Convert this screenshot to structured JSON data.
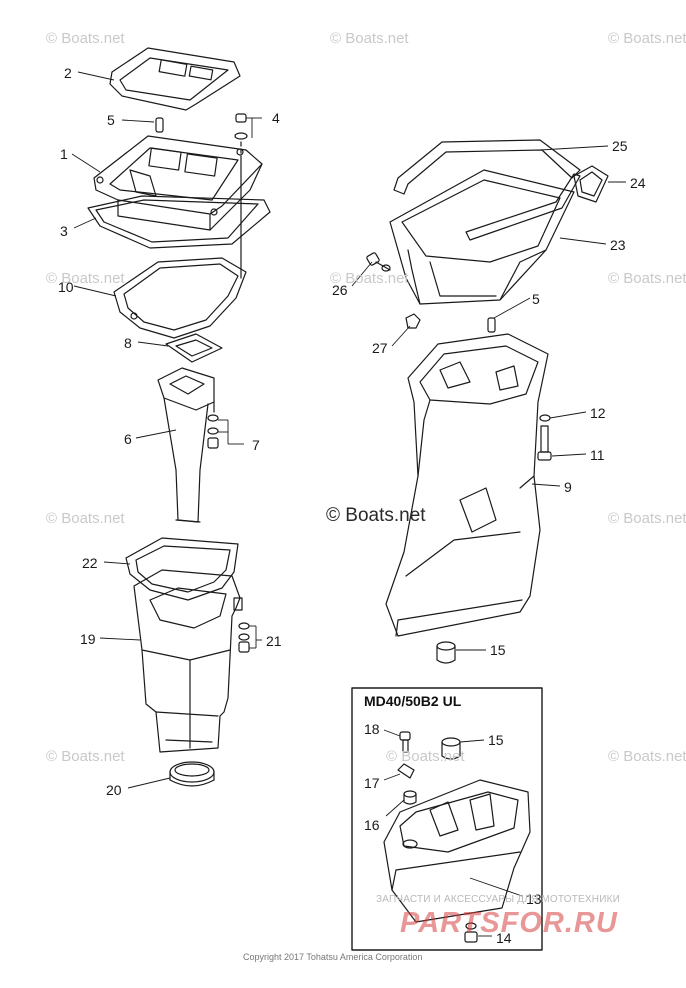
{
  "watermark": "© Boats.net",
  "inset_title": "MD40/50B2 UL",
  "copyright": "Copyright 2017 Tohatsu America Corporation",
  "shop_tagline": "ЗАПЧАСТИ И АКСЕССУАРЫ ДЛЯ МОТОТЕХНИКИ",
  "shop_logo": "PARTSFOR.RU",
  "callouts": {
    "c1": "1",
    "c2": "2",
    "c3": "3",
    "c4": "4",
    "c5a": "5",
    "c5b": "5",
    "c6": "6",
    "c7": "7",
    "c8": "8",
    "c9": "9",
    "c10": "10",
    "c11": "11",
    "c12": "12",
    "c13": "13",
    "c14": "14",
    "c15a": "15",
    "c15b": "15",
    "c16": "16",
    "c17": "17",
    "c18": "18",
    "c19": "19",
    "c20": "20",
    "c21": "21",
    "c22": "22",
    "c23": "23",
    "c24": "24",
    "c25": "25",
    "c26": "26",
    "c27": "27"
  },
  "colors": {
    "line": "#1a1a1a",
    "watermark": "#c9c9c9",
    "logo": "#d64040"
  }
}
